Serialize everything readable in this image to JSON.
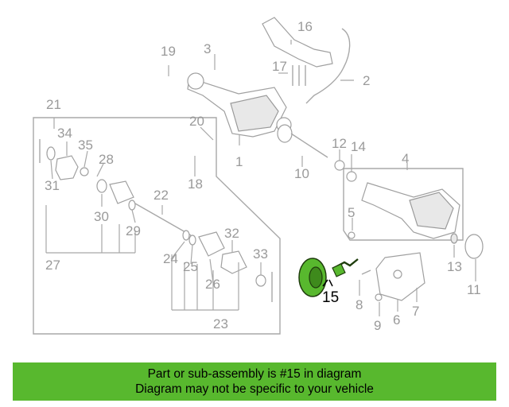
{
  "diagram": {
    "callouts": [
      "1",
      "2",
      "3",
      "4",
      "5",
      "6",
      "7",
      "8",
      "9",
      "10",
      "11",
      "12",
      "13",
      "14",
      "15",
      "16",
      "17",
      "18",
      "19",
      "20",
      "21",
      "22",
      "23",
      "24",
      "25",
      "26",
      "27",
      "28",
      "29",
      "30",
      "31",
      "32",
      "33",
      "34",
      "35"
    ],
    "highlighted_part": "15",
    "highlight_color": "#58b82e"
  },
  "banner": {
    "line1": "Part or sub-assembly is #15 in diagram",
    "line2": "Diagram may not be specific to your vehicle",
    "background": "#58b82e"
  }
}
